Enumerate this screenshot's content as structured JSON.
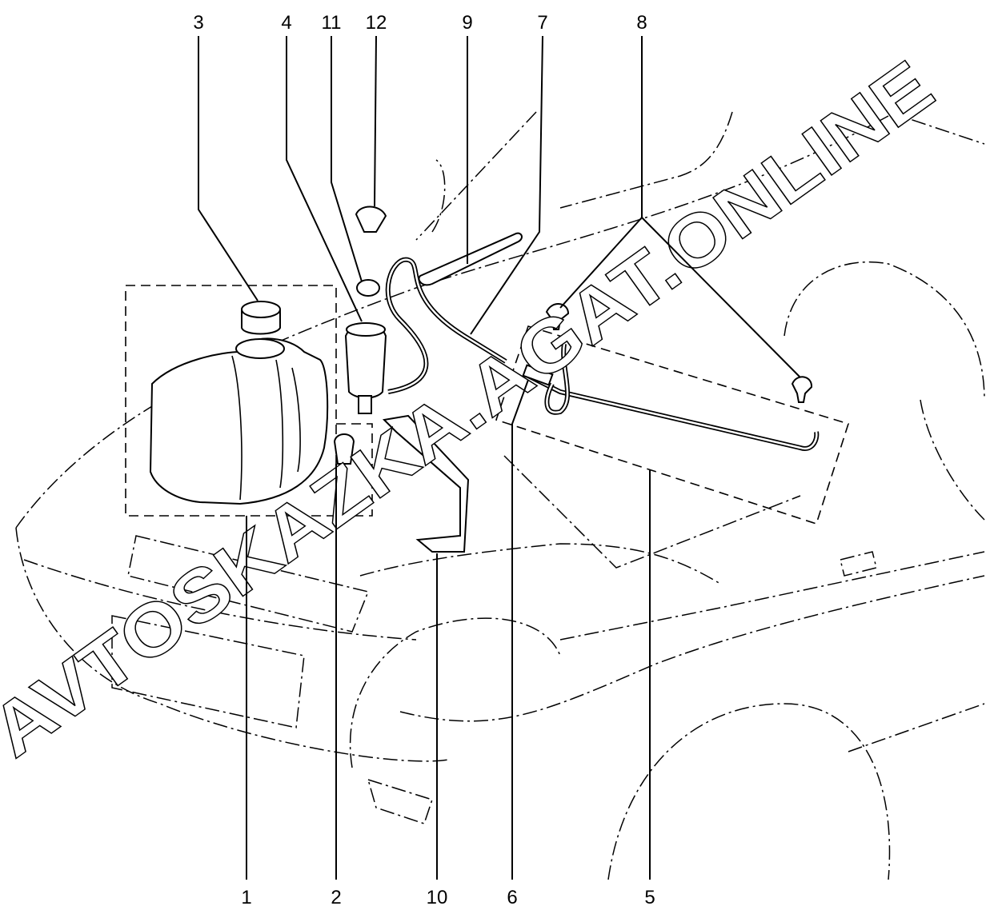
{
  "diagram": {
    "callouts_top": [
      "3",
      "4",
      "11",
      "12",
      "9",
      "7",
      "8"
    ],
    "callouts_bottom": [
      "1",
      "2",
      "10",
      "6",
      "5"
    ],
    "watermark": "AVTOSKAZKA.AGAT.ONLINE"
  }
}
